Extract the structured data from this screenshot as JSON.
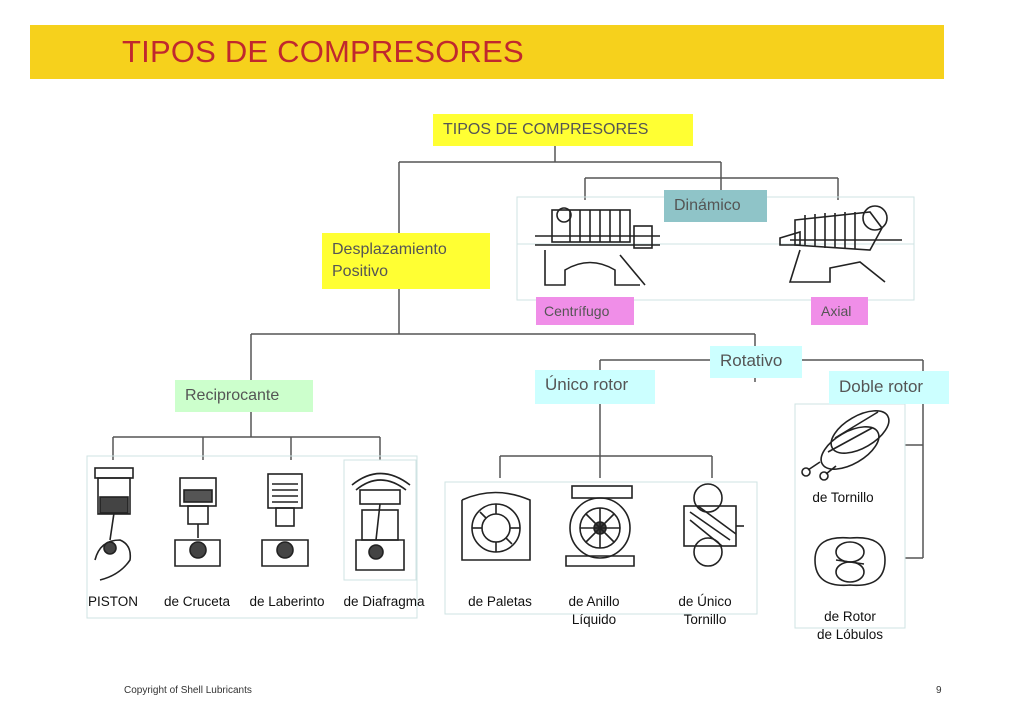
{
  "slide": {
    "title": "TIPOS DE COMPRESORES"
  },
  "tree": {
    "root": "TIPOS DE COMPRESORES",
    "dinamico": "Dinámico",
    "desplazamiento_l1": "Desplazamiento",
    "desplazamiento_l2": "Positivo",
    "centrifugo": "Centrífugo",
    "axial": "Axial",
    "rotativo": "Rotativo",
    "reciprocante": "Reciprocante",
    "unico_rotor": "Único rotor",
    "doble_rotor": "Doble rotor"
  },
  "leaves": {
    "piston": "PISTON",
    "cruceta": "de Cruceta",
    "laberinto": "de Laberinto",
    "diafragma": "de Diafragma",
    "paletas": "de Paletas",
    "anillo_l1": "de Anillo",
    "anillo_l2": "Líquido",
    "unico_tornillo_l1": "de Único",
    "unico_tornillo_l2": "Tornillo",
    "tornillo": "de Tornillo",
    "lobulos_l1": "de Rotor",
    "lobulos_l2": "de Lóbulos"
  },
  "footer": {
    "copyright": "Copyright of Shell Lubricants",
    "page": "9"
  },
  "colors": {
    "banner": "#f6d11c",
    "title": "#c0282e",
    "yellow_box": "#ffff33",
    "teal_box": "#8fc4c8",
    "pink_box": "#f08ee8",
    "cyan_box": "#ccffff",
    "green_box": "#ccffcc"
  },
  "icons": [
    "centrifugal-compressor-icon",
    "axial-compressor-icon",
    "piston-compressor-icon",
    "crosshead-compressor-icon",
    "labyrinth-compressor-icon",
    "diaphragm-compressor-icon",
    "vane-compressor-icon",
    "liquid-ring-compressor-icon",
    "single-screw-compressor-icon",
    "twin-screw-compressor-icon",
    "lobe-compressor-icon"
  ]
}
